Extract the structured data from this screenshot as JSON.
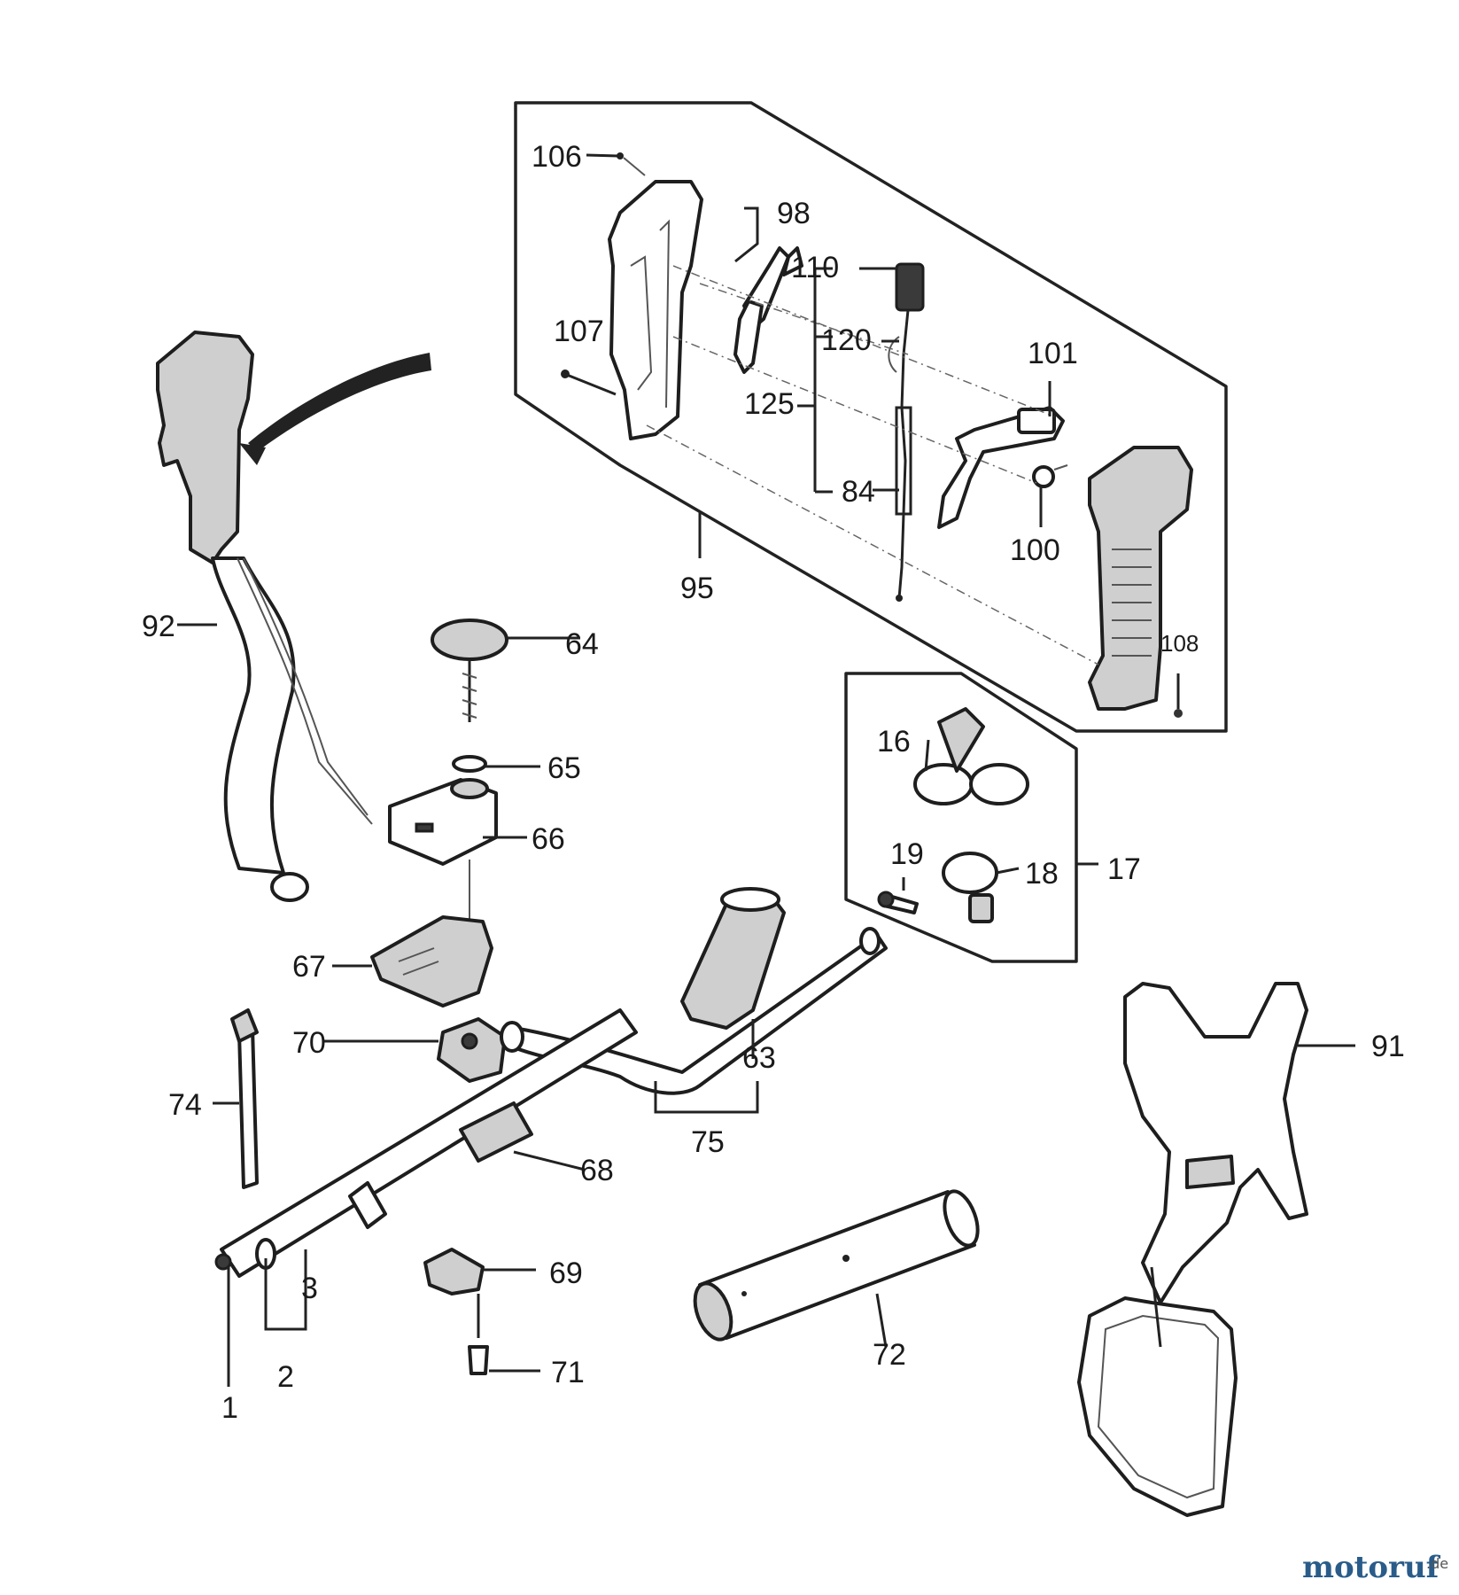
{
  "watermark": {
    "text": "motoruf",
    "suffix": ".de"
  },
  "parts": {
    "p1": "1",
    "p2": "2",
    "p3": "3",
    "p16": "16",
    "p17": "17",
    "p18": "18",
    "p19": "19",
    "p63": "63",
    "p64": "64",
    "p65": "65",
    "p66": "66",
    "p67": "67",
    "p68": "68",
    "p69": "69",
    "p70": "70",
    "p71": "71",
    "p72": "72",
    "p74": "74",
    "p75": "75",
    "p84": "84",
    "p91": "91",
    "p92": "92",
    "p95": "95",
    "p98": "98",
    "p100": "100",
    "p101": "101",
    "p106": "106",
    "p107": "107",
    "p108": "108",
    "p110": "110",
    "p120": "120",
    "p125": "125"
  }
}
